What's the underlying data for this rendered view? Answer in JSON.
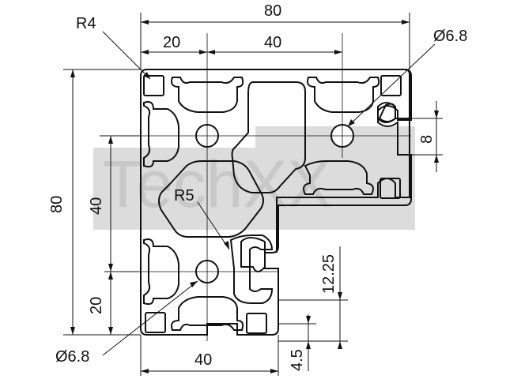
{
  "watermark": {
    "text": "TechXX",
    "color": "#d0d0d0"
  },
  "dimensions": {
    "top_total": "80",
    "top_left_segment": "20",
    "top_mid_segment": "40",
    "left_total": "80",
    "left_upper": "40",
    "left_lower": "20",
    "bottom_total": "40",
    "right_slot": "8",
    "right_offset": "12.25",
    "right_small": "4.5"
  },
  "callouts": {
    "corner_radius": "R4",
    "inner_radius": "R5",
    "hole_diameter_top": "Ø6.8",
    "hole_diameter_bottom": "Ø6.8"
  },
  "colors": {
    "line": "#111111",
    "watermark_fill": "#d9d9d9"
  }
}
